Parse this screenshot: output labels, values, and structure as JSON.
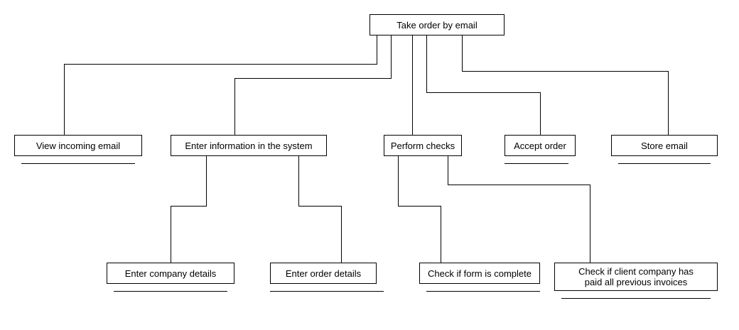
{
  "diagram": {
    "root": {
      "label": "Take order by email"
    },
    "nodes": {
      "view_email": "View incoming email",
      "enter_info": "Enter information in the system",
      "perform_checks": "Perform checks",
      "accept_order": "Accept order",
      "store_email": "Store email",
      "company_details": "Enter company details",
      "order_details": "Enter order details",
      "form_complete": "Check if form is complete",
      "client_paid": "Check if client company has\npaid all previous invoices"
    }
  }
}
